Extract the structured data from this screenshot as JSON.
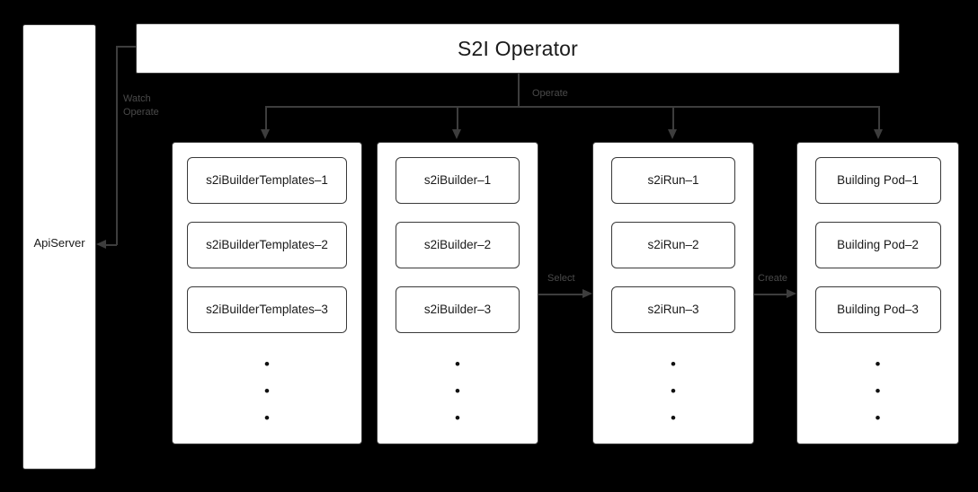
{
  "diagram": {
    "title": "S2I Operator",
    "background_color": "#000000",
    "node_fill": "#ffffff",
    "stroke_color": "#3a3a3a",
    "edge_label_color": "#4a4a4a",
    "apiserver": {
      "label": "ApiServer"
    },
    "operator": {
      "label": "S2I Operator"
    },
    "edge_labels": {
      "watch_operate": "Watch\nOperate",
      "operate": "Operate",
      "select": "Select",
      "create": "Create"
    },
    "groups": [
      {
        "name": "s2ibuildertemplates-group",
        "items": [
          "s2iBuilderTemplates–1",
          "s2iBuilderTemplates–2",
          "s2iBuilderTemplates–3"
        ],
        "ellipsis": [
          "•",
          "•",
          "•"
        ]
      },
      {
        "name": "s2ibuilder-group",
        "items": [
          "s2iBuilder–1",
          "s2iBuilder–2",
          "s2iBuilder–3"
        ],
        "ellipsis": [
          "•",
          "•",
          "•"
        ]
      },
      {
        "name": "s2irun-group",
        "items": [
          "s2iRun–1",
          "s2iRun–2",
          "s2iRun–3"
        ],
        "ellipsis": [
          "•",
          "•",
          "•"
        ]
      },
      {
        "name": "building-pod-group",
        "items": [
          "Building Pod–1",
          "Building Pod–2",
          "Building Pod–3"
        ],
        "ellipsis": [
          "•",
          "•",
          "•"
        ]
      }
    ]
  }
}
